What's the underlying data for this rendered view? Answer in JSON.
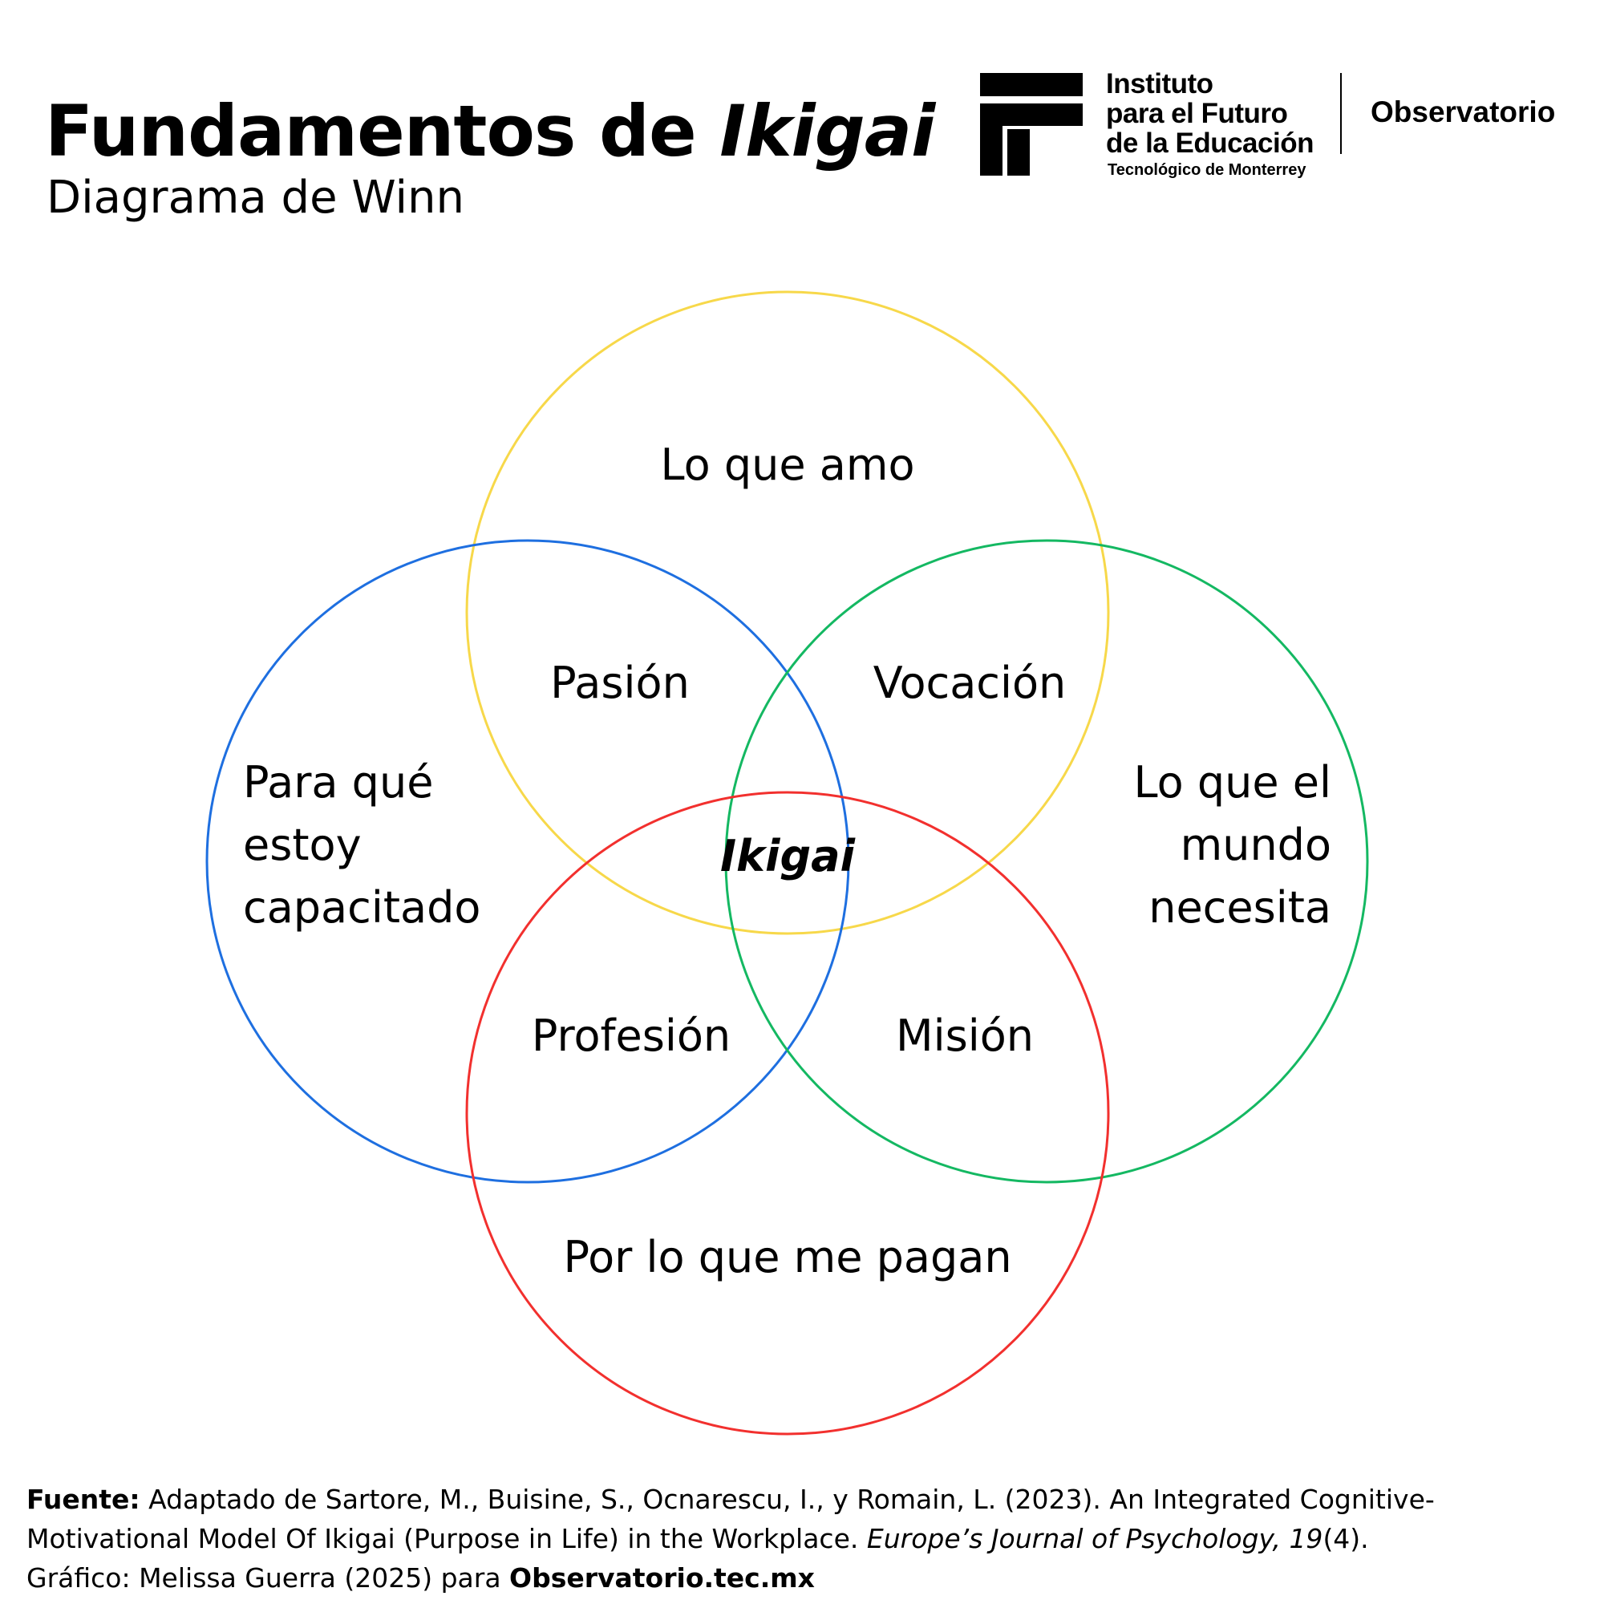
{
  "header": {
    "title_prefix": "Fundamentos de ",
    "title_emphasis": "Ikigai",
    "subtitle": "Diagrama de Winn"
  },
  "logo": {
    "line1": "Instituto",
    "line2": "para el Futuro",
    "line3": "de la Educación",
    "sub": "Tecnológico de Monterrey",
    "section": "Observatorio"
  },
  "diagram": {
    "colors": {
      "love": "#F7D84A",
      "skills": "#1E6FE0",
      "world": "#14B862",
      "paid": "#F2302E"
    },
    "circles": {
      "love": "Lo que amo",
      "skills": [
        "Para qué",
        "estoy",
        "capacitado"
      ],
      "world": [
        "Lo que el",
        "mundo",
        "necesita"
      ],
      "paid": "Por lo que me pagan"
    },
    "intersections": {
      "passion": "Pasión",
      "vocation": "Vocación",
      "profession": "Profesión",
      "mission": "Misión",
      "center": "Ikigai"
    }
  },
  "footer": {
    "source_label": "Fuente:",
    "source_text": " Adaptado de Sartore, M., Buisine, S., Ocnarescu, I., y Romain, L. (2023). An Integrated Cognitive-Motivational Model Of Ikigai (Purpose in Life) in the Workplace. ",
    "journal": "Europe’s Journal of Psychology, 19",
    "issue": "(4).",
    "credit": "Gráfico: Melissa Guerra (2025) para ",
    "site": "Observatorio.tec.mx"
  }
}
